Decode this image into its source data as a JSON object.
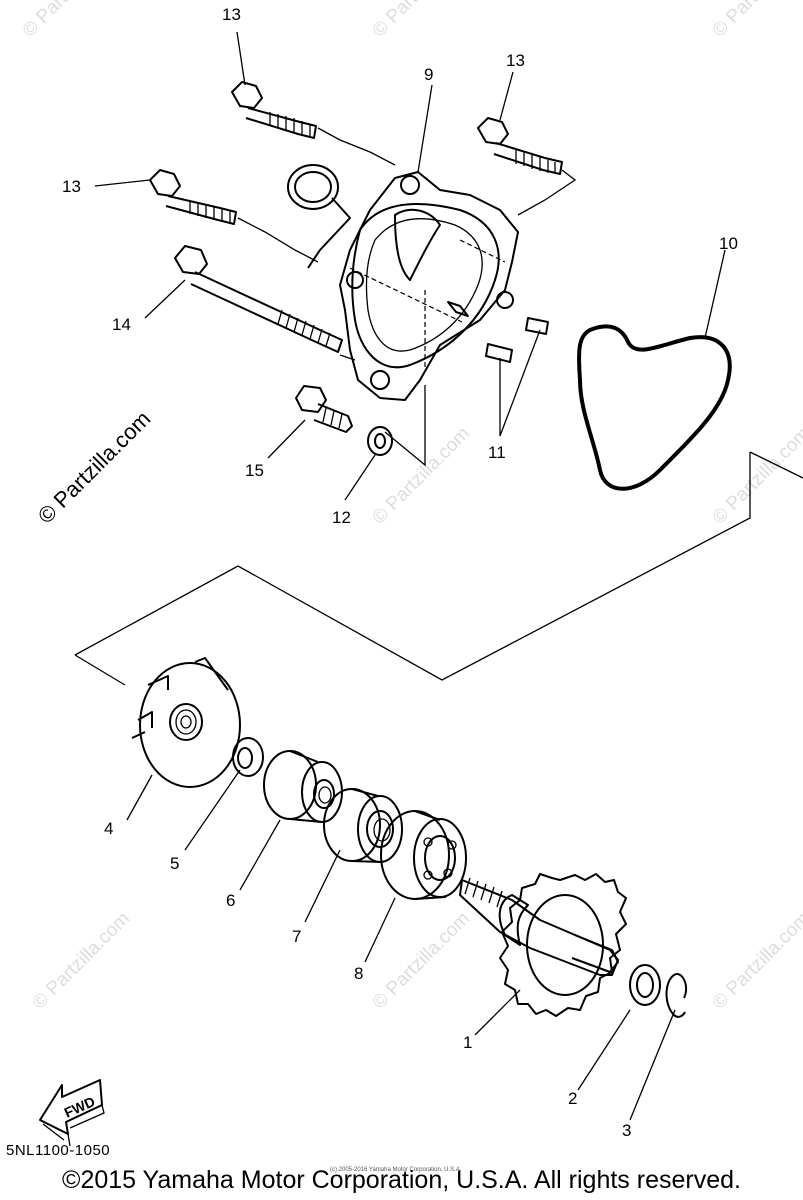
{
  "watermark": "© Partzilla.com",
  "side_watermark": "© Partzilla.com",
  "callouts": [
    "13",
    "9",
    "13",
    "13",
    "14",
    "10",
    "11",
    "15",
    "12",
    "4",
    "5",
    "6",
    "7",
    "8",
    "1",
    "2",
    "3"
  ],
  "fwd_label": "FWD",
  "diagram_code": "5NL1100-1050",
  "tiny_credit": "(c) 2005-2016 Yamaha Motor Corporation, U.S.A.",
  "copyright": "©2015 Yamaha Motor Corporation, U.S.A. All rights reserved."
}
